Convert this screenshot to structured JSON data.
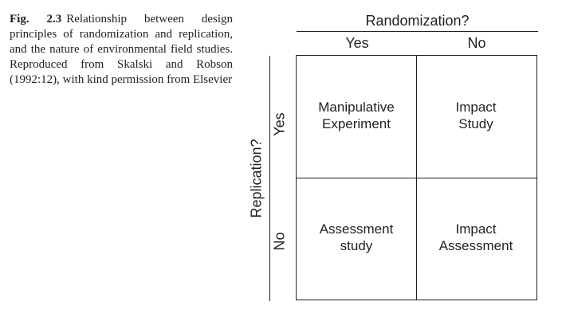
{
  "caption": {
    "fig_label": "Fig. 2.3",
    "text": "Relationship between design principles of randomization and replication, and the nature of environmental field studies. Reproduced from Skalski and Robson (1992:12), with kind permission from Elsevier"
  },
  "diagram": {
    "column_title": "Randomization?",
    "column_yes": "Yes",
    "column_no": "No",
    "row_title": "Replication?",
    "row_yes": "Yes",
    "row_no": "No",
    "cells": {
      "yes_yes": [
        "Manipulative",
        "Experiment"
      ],
      "yes_no": [
        "Impact",
        "Study"
      ],
      "no_yes": [
        "Assessment",
        "study"
      ],
      "no_no": [
        "Impact",
        "Assessment"
      ]
    }
  }
}
